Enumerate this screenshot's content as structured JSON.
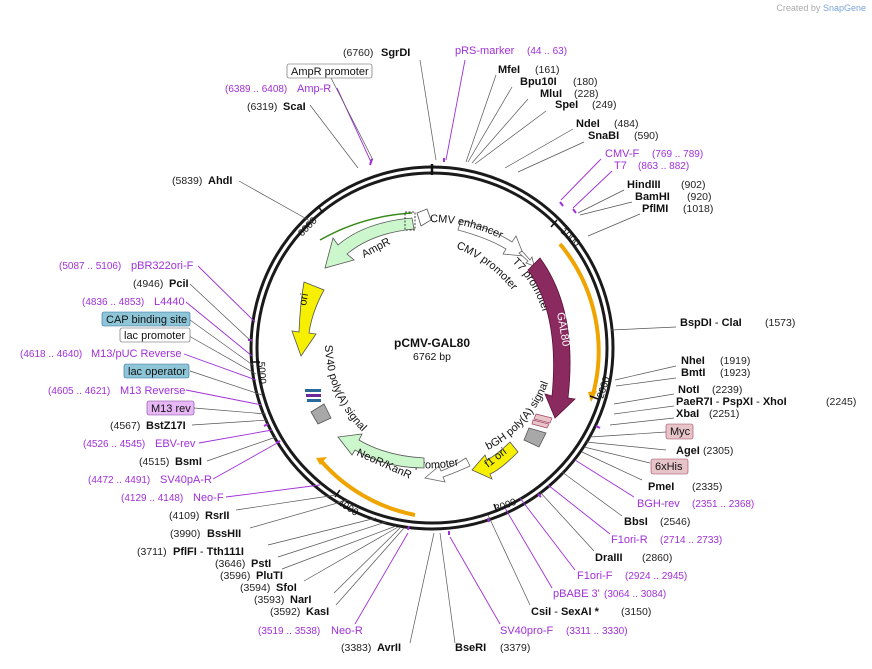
{
  "credit": {
    "prefix": "Created by",
    "brand": "SnapGene"
  },
  "plasmid": {
    "name": "pCMV-GAL80",
    "length": "6762 bp"
  },
  "ticks": [
    "1000",
    "2000",
    "3000",
    "4000",
    "5000",
    "6000"
  ],
  "features": {
    "cmv_enhancer": "CMV enhancer",
    "cmv_promoter": "CMV promoter",
    "t7_promoter": "T7 promoter",
    "gal80": "GAL80",
    "bgh": "bGH poly(A) signal",
    "f1ori": "f1 ori",
    "sv40_promoter": "SV40 promoter",
    "neor": "NeoR/KanR",
    "sv40_polya": "SV40 poly(A) signal",
    "ori": "ori",
    "ampr": "AmpR"
  },
  "labels": {
    "sgrdi": {
      "num": "(6760)",
      "name": "SgrDI"
    },
    "prs": {
      "name": "pRS-marker",
      "range": "(44 .. 63)"
    },
    "mfei": {
      "name": "MfeI",
      "num": "(161)"
    },
    "bpu10i": {
      "name": "Bpu10I",
      "num": "(180)"
    },
    "mlui": {
      "name": "MluI",
      "num": "(228)"
    },
    "spei": {
      "name": "SpeI",
      "num": "(249)"
    },
    "ndei": {
      "name": "NdeI",
      "num": "(484)"
    },
    "snabi": {
      "name": "SnaBI",
      "num": "(590)"
    },
    "cmvf": {
      "name": "CMV-F",
      "range": "(769 .. 789)"
    },
    "t7": {
      "name": "T7",
      "range": "(863 .. 882)"
    },
    "hindiii": {
      "name": "HindIII",
      "num": "(902)"
    },
    "bamhi": {
      "name": "BamHI",
      "num": "(920)"
    },
    "pflmi": {
      "name": "PflMI",
      "num": "(1018)"
    },
    "bspdi": {
      "name": "BspDI",
      "sep": " - ",
      "name2": "ClaI",
      "num": "(1573)"
    },
    "nhei": {
      "name": "NheI",
      "num": "(1919)"
    },
    "bmti": {
      "name": "BmtI",
      "num": "(1923)"
    },
    "noti": {
      "name": "NotI",
      "num": "(2239)"
    },
    "paer7i": {
      "name": "PaeR7I",
      "sep": " - ",
      "name2": "PspXI",
      "sep2": " - ",
      "name3": "XhoI",
      "num": "(2245)"
    },
    "xbai": {
      "name": "XbaI",
      "num": "(2251)"
    },
    "myc": "Myc",
    "agei": {
      "name": "AgeI",
      "num": "(2305)"
    },
    "his": "6xHis",
    "pmei": {
      "name": "PmeI",
      "num": "(2335)"
    },
    "bghrev": {
      "name": "BGH-rev",
      "range": "(2351 .. 2368)"
    },
    "bbsi": {
      "name": "BbsI",
      "num": "(2546)"
    },
    "f1orir": {
      "name": "F1ori-R",
      "range": "(2714 .. 2733)"
    },
    "draiii": {
      "name": "DraIII",
      "num": "(2860)"
    },
    "f1orif": {
      "name": "F1ori-F",
      "range": "(2924 .. 2945)"
    },
    "pbabe": {
      "name": "pBABE 3'",
      "range": "(3064 .. 3084)"
    },
    "csii": {
      "name": "CsiI",
      "sep": " - ",
      "name2": "SexAI *",
      "num": "(3150)"
    },
    "sv40prof": {
      "name": "SV40pro-F",
      "range": "(3311 .. 3330)"
    },
    "bseri": {
      "name": "BseRI",
      "num": "(3379)"
    },
    "avrii": {
      "num": "(3383)",
      "name": "AvrII"
    },
    "neor_primer": {
      "range": "(3519 .. 3538)",
      "name": "Neo-R"
    },
    "kasi": {
      "num": "(3592)",
      "name": "KasI"
    },
    "nari": {
      "num": "(3593)",
      "name": "NarI"
    },
    "sfoi": {
      "num": "(3594)",
      "name": "SfoI"
    },
    "pluti": {
      "num": "(3596)",
      "name": "PluTI"
    },
    "psti": {
      "num": "(3646)",
      "name": "PstI"
    },
    "pflfi": {
      "num": "(3711)",
      "name": "PflFI",
      "sep": " - ",
      "name2": "Tth111I"
    },
    "bsshii": {
      "num": "(3990)",
      "name": "BssHII"
    },
    "rsrii": {
      "num": "(4109)",
      "name": "RsrII"
    },
    "neof": {
      "range": "(4129 .. 4148)",
      "name": "Neo-F"
    },
    "sv40par": {
      "range": "(4472 .. 4491)",
      "name": "SV40pA-R"
    },
    "bsmi": {
      "num": "(4515)",
      "name": "BsmI"
    },
    "ebvrev": {
      "range": "(4526 .. 4545)",
      "name": "EBV-rev"
    },
    "bstz17i": {
      "num": "(4567)",
      "name": "BstZ17I"
    },
    "m13rev": "M13 rev",
    "m13reverse": {
      "range": "(4605 .. 4621)",
      "name": "M13 Reverse"
    },
    "lacop": "lac operator",
    "m13puc": {
      "range": "(4618 .. 4640)",
      "name": "M13/pUC Reverse"
    },
    "lacpro": "lac promoter",
    "cap": "CAP binding site",
    "l4440": {
      "range": "(4836 .. 4853)",
      "name": "L4440"
    },
    "pcii": {
      "num": "(4946)",
      "name": "PciI"
    },
    "pbr322": {
      "range": "(5087 .. 5106)",
      "name": "pBR322ori-F"
    },
    "ahdi": {
      "num": "(5839)",
      "name": "AhdI"
    },
    "scai": {
      "num": "(6319)",
      "name": "ScaI"
    },
    "ampr_primer": {
      "range": "(6389 .. 6408)",
      "name": "Amp-R"
    },
    "ampr_promoter": "AmpR promoter"
  },
  "colors": {
    "backbone": "#1a1a1a",
    "gal80": "#8b2a5e",
    "ori": "#f6f000",
    "f1ori": "#f6f000",
    "ampr": "#ccf7cc",
    "neor": "#ccf7cc",
    "primer": "#a030d8",
    "orange_arc": "#f0a400",
    "lac": "#8ec6d8",
    "tag": "#e6c4c8",
    "m13rev_box": "#e7b8f5"
  }
}
